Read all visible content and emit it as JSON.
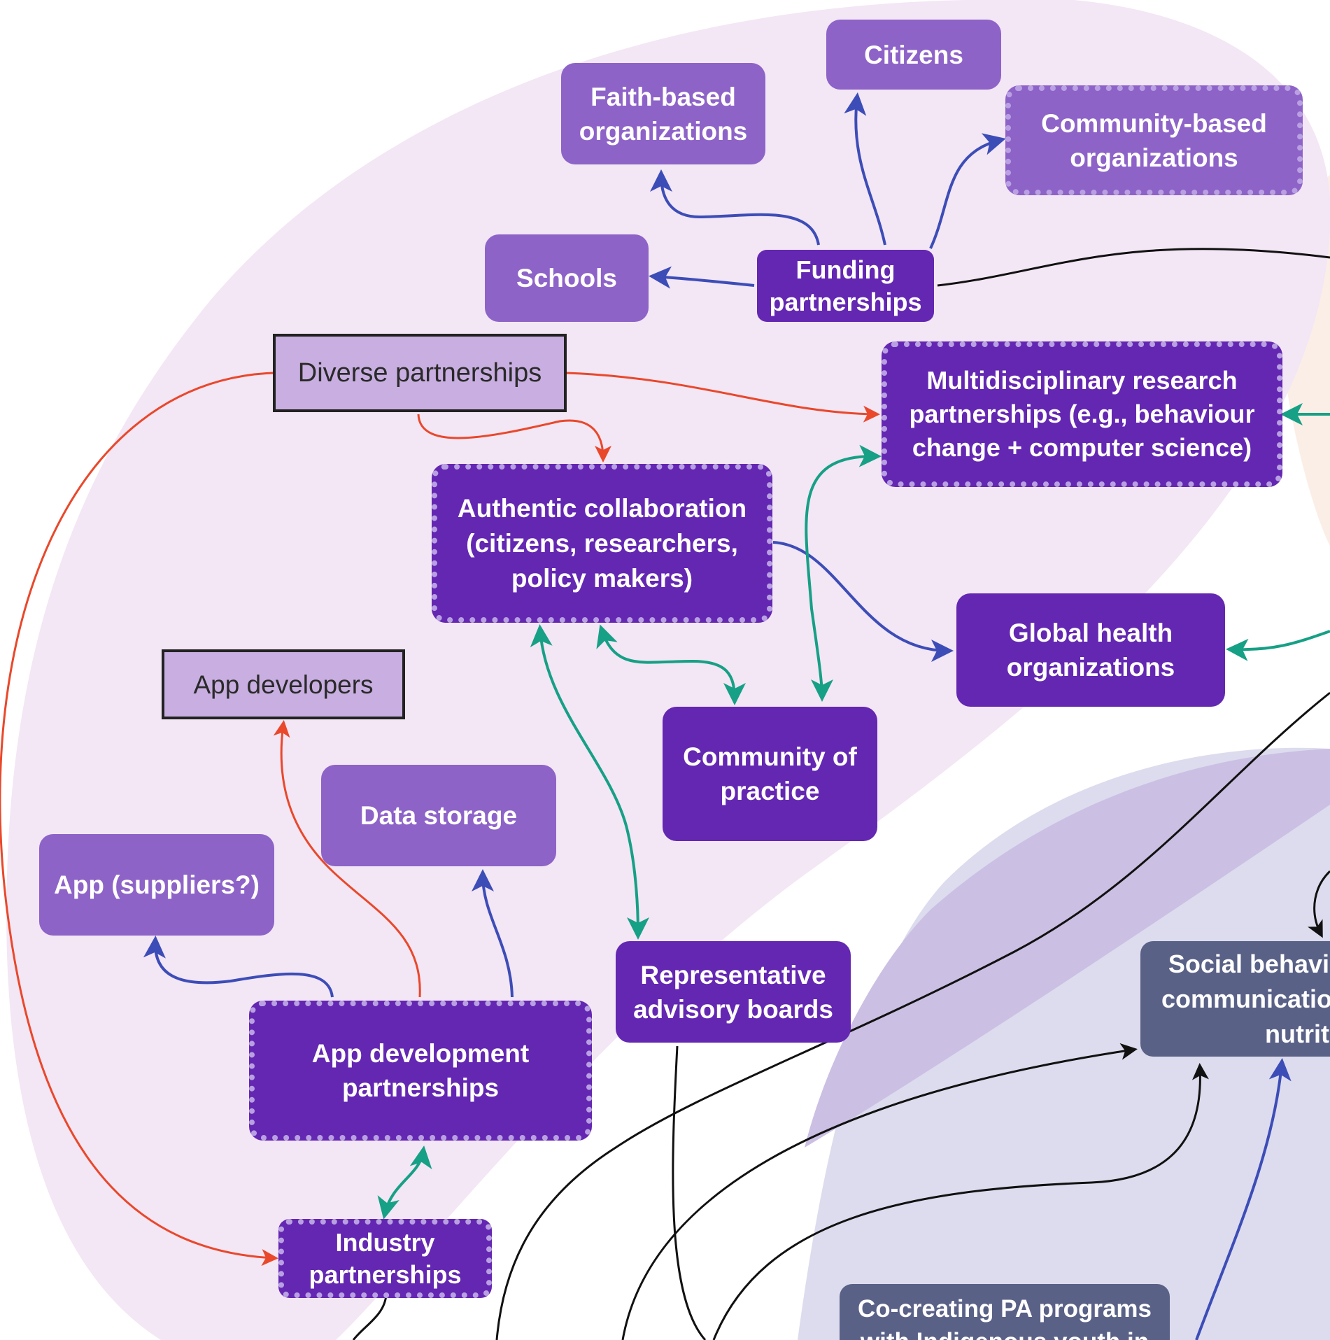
{
  "nodes": {
    "citizens": "Citizens",
    "faith_based": "Faith-based organizations",
    "community_based": "Community-based organizations",
    "schools": "Schools",
    "funding": "Funding partnerships",
    "diverse": "Diverse partnerships",
    "multidisciplinary": "Multidisciplinary research partnerships (e.g., behaviour change + computer science)",
    "authentic": "Authentic collaboration (citizens, researchers, policy makers)",
    "global_health": "Global health organizations",
    "app_developers": "App developers",
    "community_practice": "Community of practice",
    "data_storage": "Data storage",
    "app_suppliers": "App (suppliers?)",
    "representative": "Representative advisory boards",
    "app_dev_partnerships": "App development partnerships",
    "industry": "Industry partnerships",
    "social_behavior": "Social behavi communicatio nutrit",
    "co_creating": "Co-creating PA programs with Indigenous youth in"
  },
  "colors": {
    "lavender_region": "#f3e6f5",
    "peach_region": "#fbeee6",
    "blue_region": "#dcdcee",
    "overlap_region": "#cbbfe3",
    "light_node": "#8e63c8",
    "dark_node": "#6427b2",
    "rect_node": "#c9afe1",
    "slate_node": "#5a6187",
    "arrow_blue": "#3d4db7",
    "arrow_red": "#e9482b",
    "arrow_green": "#16a085",
    "arrow_black": "#111111"
  }
}
